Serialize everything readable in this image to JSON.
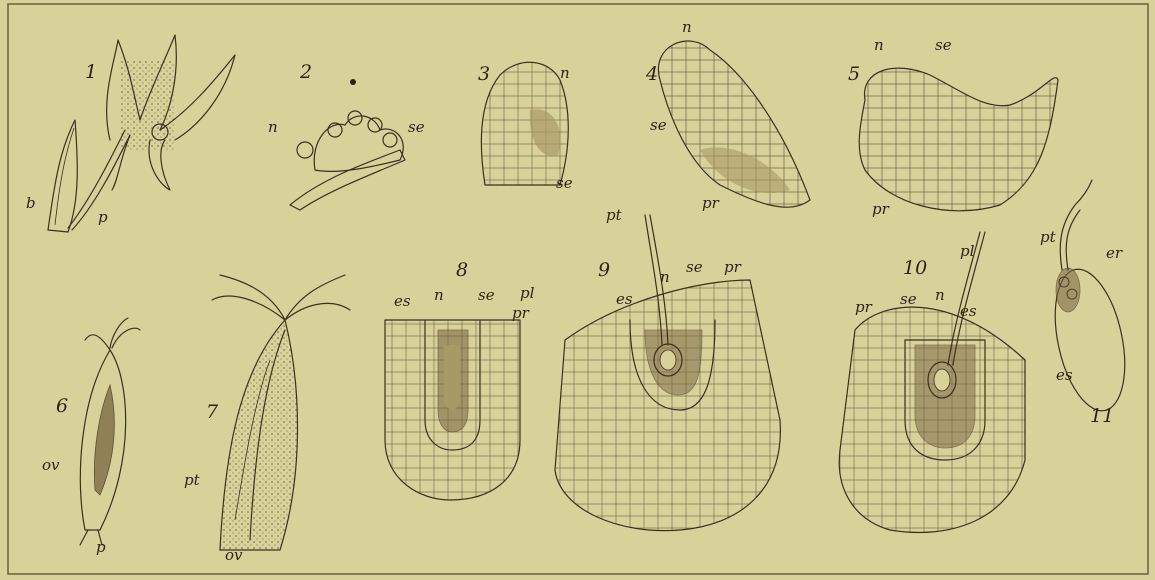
{
  "figures": [
    {
      "number": "1",
      "labels": [
        "b",
        "p"
      ]
    },
    {
      "number": "2",
      "labels": [
        "n",
        "se"
      ]
    },
    {
      "number": "3",
      "labels": [
        "n",
        "se"
      ]
    },
    {
      "number": "4",
      "labels": [
        "n",
        "se",
        "pr"
      ]
    },
    {
      "number": "5",
      "labels": [
        "n",
        "se",
        "pr"
      ]
    },
    {
      "number": "6",
      "labels": [
        "ov",
        "p"
      ]
    },
    {
      "number": "7",
      "labels": [
        "pt",
        "ov"
      ]
    },
    {
      "number": "8",
      "labels": [
        "es",
        "n",
        "se",
        "pl",
        "pr"
      ]
    },
    {
      "number": "9",
      "labels": [
        "pt",
        "es",
        "n",
        "se",
        "pr"
      ]
    },
    {
      "number": "10",
      "labels": [
        "pr",
        "se",
        "n",
        "es",
        "pl"
      ]
    },
    {
      "number": "11",
      "labels": [
        "pt",
        "er",
        "es"
      ]
    }
  ],
  "colors": {
    "paper": "#d9d19a",
    "ink": "#3a3020"
  }
}
